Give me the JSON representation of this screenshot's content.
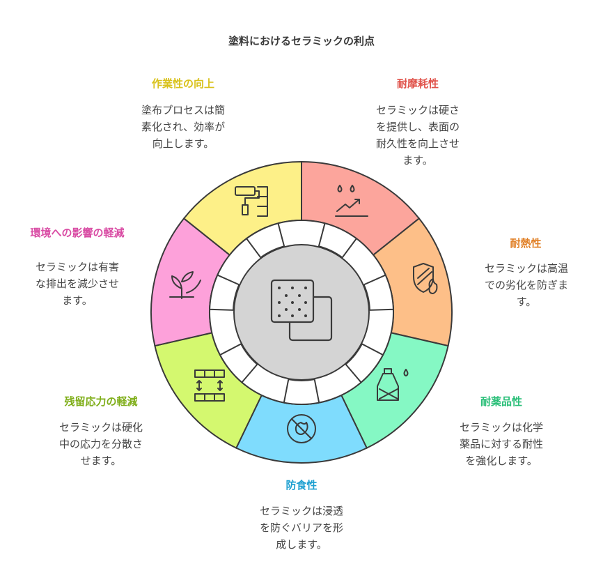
{
  "title": "塗料におけるセラミックの利点",
  "benefits": [
    {
      "title": "耐摩耗性",
      "desc": "セラミックは硬さ\nを提供し、表面の\n耐久性を向上させ\nます。",
      "color": "#fca59c",
      "title_color": "#e0524a",
      "icon": "scratch-resist-icon"
    },
    {
      "title": "耐熱性",
      "desc": "セラミックは高温\nでの劣化を防ぎま\nす。",
      "color": "#fdbf88",
      "title_color": "#e07f25",
      "icon": "heat-shield-icon"
    },
    {
      "title": "耐薬品性",
      "desc": "セラミックは化学\n薬品に対する耐性\nを強化します。",
      "color": "#85f8c4",
      "title_color": "#2bbf79",
      "icon": "chemical-flask-icon"
    },
    {
      "title": "防食性",
      "desc": "セラミックは浸透\nを防ぐバリアを形\n成します。",
      "color": "#7fdcfd",
      "title_color": "#1c9fd0",
      "icon": "no-corrosion-icon"
    },
    {
      "title": "残留応力の軽減",
      "desc": "セラミックは硬化\n中の応力を分散さ\nせます。",
      "color": "#d4f86f",
      "title_color": "#7fae19",
      "icon": "stress-relief-icon"
    },
    {
      "title": "環境への影響の軽減",
      "desc": "セラミックは有害\nな排出を減少させ\nます。",
      "color": "#fda1da",
      "title_color": "#d94ca4",
      "icon": "eco-plant-icon"
    },
    {
      "title": "作業性の向上",
      "desc": "塗布プロセスは簡\n素化され、効率が\n向上します。",
      "color": "#fdf088",
      "title_color": "#d9c21c",
      "icon": "paint-roller-icon"
    }
  ],
  "center": {
    "icon": "ceramic-tile-icon",
    "color": "#d4d4d4"
  }
}
